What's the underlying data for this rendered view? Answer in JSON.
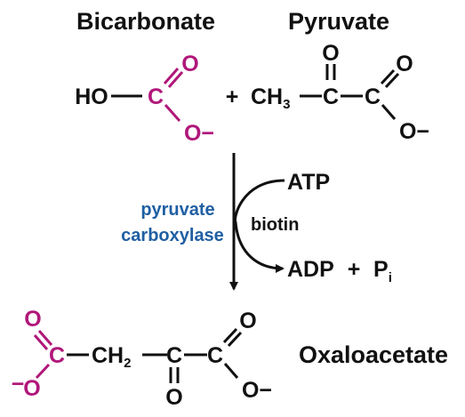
{
  "titles": {
    "bicarbonate": "Bicarbonate",
    "pyruvate": "Pyruvate",
    "oxaloacetate": "Oxaloacetate"
  },
  "atoms": {
    "ho": "HO",
    "c": "C",
    "o": "O",
    "o_minus": "O−",
    "minus": "−",
    "plus": "+",
    "ch3_main": "CH",
    "ch3_sub": "3",
    "ch2_main": "CH",
    "ch2_sub": "2"
  },
  "enzyme": {
    "line1": "pyruvate",
    "line2": "carboxylase"
  },
  "cofactor": "biotin",
  "atp": "ATP",
  "products": {
    "adp": "ADP",
    "plus": "+",
    "pi_main": "P",
    "pi_sub": "i"
  },
  "colors": {
    "carbon_highlight": "#b0177a",
    "enzyme_label": "#1f5fa3",
    "ink": "#111111"
  }
}
